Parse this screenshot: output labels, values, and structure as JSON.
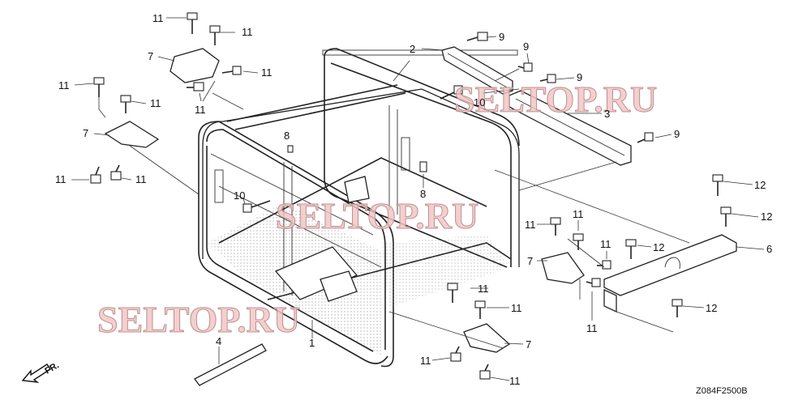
{
  "diagram": {
    "drawing_code": "Z084F2500B",
    "front_indicator": "FR.",
    "watermarks": [
      "SELTOP.RU",
      "SELTOP.RU",
      "SELTOP.RU"
    ],
    "callouts": [
      "11",
      "11",
      "7",
      "11",
      "11",
      "11",
      "11",
      "7",
      "11",
      "11",
      "8",
      "2",
      "9",
      "9",
      "9",
      "10",
      "3",
      "9",
      "8",
      "10",
      "12",
      "12",
      "11",
      "11",
      "11",
      "12",
      "6",
      "7",
      "11",
      "11",
      "11",
      "12",
      "4",
      "1",
      "7",
      "11",
      "11"
    ],
    "colors": {
      "line": "#222222",
      "watermark_fill": "#f3d2d2",
      "watermark_stroke": "#c9a0a0"
    }
  }
}
